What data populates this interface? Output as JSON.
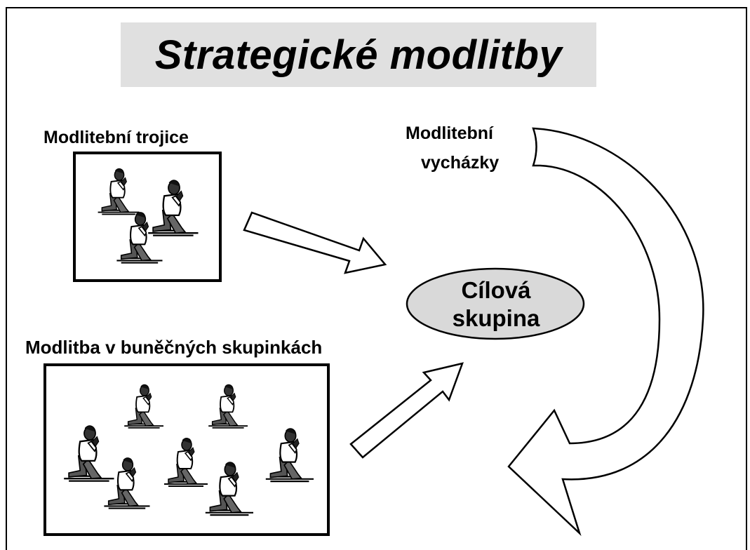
{
  "title": "Strategické modlitby",
  "labels": {
    "triplets": "Modlitební trojice",
    "cell_groups": "Modlitba v buněčných skupinkách",
    "walks_line1": "Modlitební",
    "walks_line2": "vycházky"
  },
  "target": {
    "line1": "Cílová",
    "line2": "skupina"
  },
  "colors": {
    "title_background": "#e0e0e0",
    "target_fill": "#d9d9d9",
    "stroke": "#000000"
  },
  "icons": {
    "kneeling_figure": "kneeling-praying-person-icon",
    "arrow": "block-arrow"
  }
}
